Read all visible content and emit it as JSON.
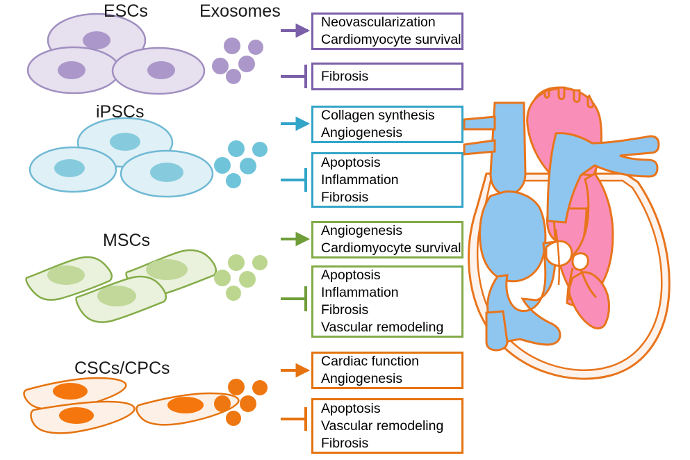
{
  "figure": {
    "title_text": "",
    "exosomes_label": "Exosomes",
    "colors": {
      "esc": "#8b79b5",
      "esc_fill": "#e6e0ef",
      "esc_nucleus": "#ab97c9",
      "ipsc": "#3ba8c8",
      "ipsc_fill": "#dff0f6",
      "ipsc_nucleus": "#86cbdd",
      "msc": "#84ac49",
      "msc_fill": "#eaf1dc",
      "msc_nucleus": "#c1d89a",
      "csc": "#e5730f",
      "csc_fill": "#fdf0e6",
      "csc_nucleus": "#f4760c",
      "heart_outline": "#e8741c",
      "heart_pink": "#f98fb8",
      "heart_blue": "#8ec6f0",
      "text": "#000000"
    }
  },
  "rows": [
    {
      "id": "esc",
      "label": "ESCs",
      "cell_shape": "round-ellipse",
      "exosome_count": 5,
      "promote": {
        "arrow_type": "arrow",
        "lines": [
          "Neovascularization",
          "Cardiomyocyte survival"
        ]
      },
      "inhibit": {
        "arrow_type": "bar",
        "lines": [
          "Fibrosis"
        ]
      }
    },
    {
      "id": "ipsc",
      "label": "iPSCs",
      "cell_shape": "round-ellipse",
      "exosome_count": 5,
      "promote": {
        "arrow_type": "arrow",
        "lines": [
          "Collagen synthesis",
          "Angiogenesis"
        ]
      },
      "inhibit": {
        "arrow_type": "bar",
        "lines": [
          "Apoptosis",
          "Inflammation",
          "Fibrosis"
        ]
      }
    },
    {
      "id": "msc",
      "label": "MSCs",
      "cell_shape": "spindle-parallelogram",
      "exosome_count": 5,
      "promote": {
        "arrow_type": "arrow",
        "lines": [
          "Angiogenesis",
          "Cardiomyocyte survival"
        ]
      },
      "inhibit": {
        "arrow_type": "bar",
        "lines": [
          "Apoptosis",
          "Inflammation",
          "Fibrosis",
          "Vascular remodeling"
        ]
      }
    },
    {
      "id": "csc",
      "label": "CSCs/CPCs",
      "cell_shape": "lens-spindle",
      "exosome_count": 5,
      "promote": {
        "arrow_type": "arrow",
        "lines": [
          "Cardiac function",
          "Angiogenesis"
        ]
      },
      "inhibit": {
        "arrow_type": "bar",
        "lines": [
          "Apoptosis",
          "Vascular remodeling",
          "Fibrosis"
        ]
      }
    }
  ],
  "heart": {
    "name": "heart-cross-section",
    "description_parts": [
      "aorta",
      "pulmonary-artery",
      "superior-vena-cava",
      "right-atrium",
      "right-ventricle",
      "left-ventricle",
      "myocardium"
    ]
  }
}
